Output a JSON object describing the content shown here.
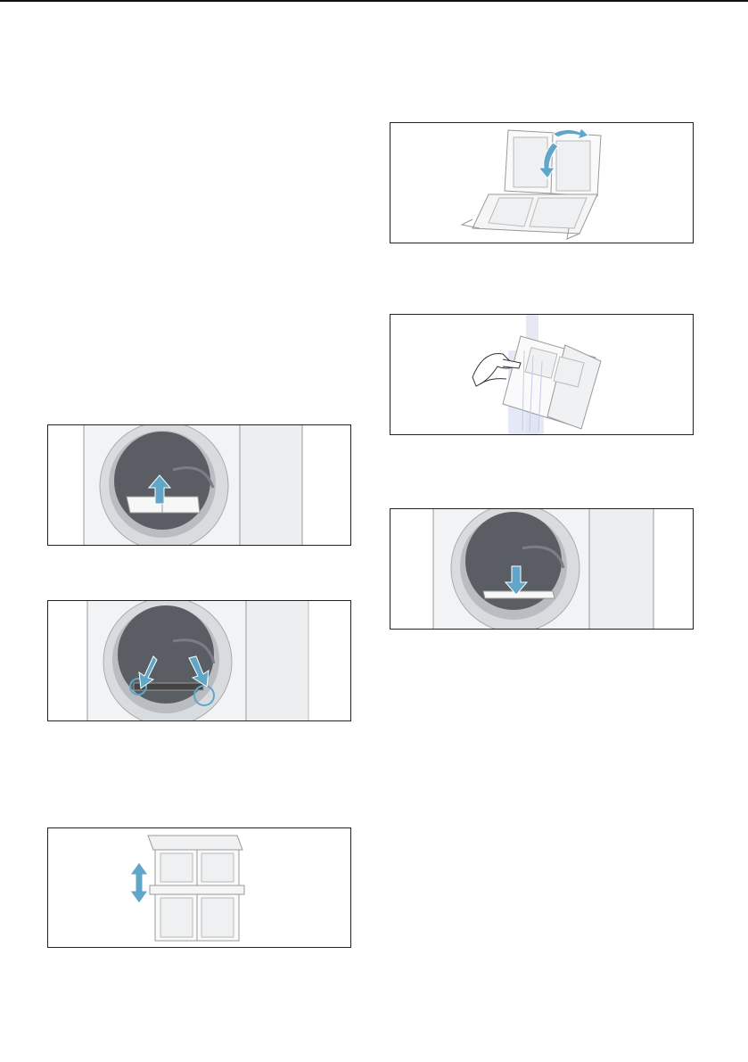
{
  "page": {
    "illustrations": [
      {
        "id": 1,
        "subject": "remove-filter-lift-up"
      },
      {
        "id": 2,
        "subject": "filter-release-tabs"
      },
      {
        "id": 3,
        "subject": "separate-filter-halves"
      },
      {
        "id": 4,
        "subject": "open-filter-frame"
      },
      {
        "id": 5,
        "subject": "rinse-filter-under-tap"
      },
      {
        "id": 6,
        "subject": "reinsert-filter-push-down"
      }
    ]
  },
  "colors": {
    "arrow": "#5fa6c8",
    "drum": "#5a5e64",
    "door_ring": "#d5d8dc",
    "panel_bg": "#ffffff",
    "machine_front": "#eef0f1"
  }
}
